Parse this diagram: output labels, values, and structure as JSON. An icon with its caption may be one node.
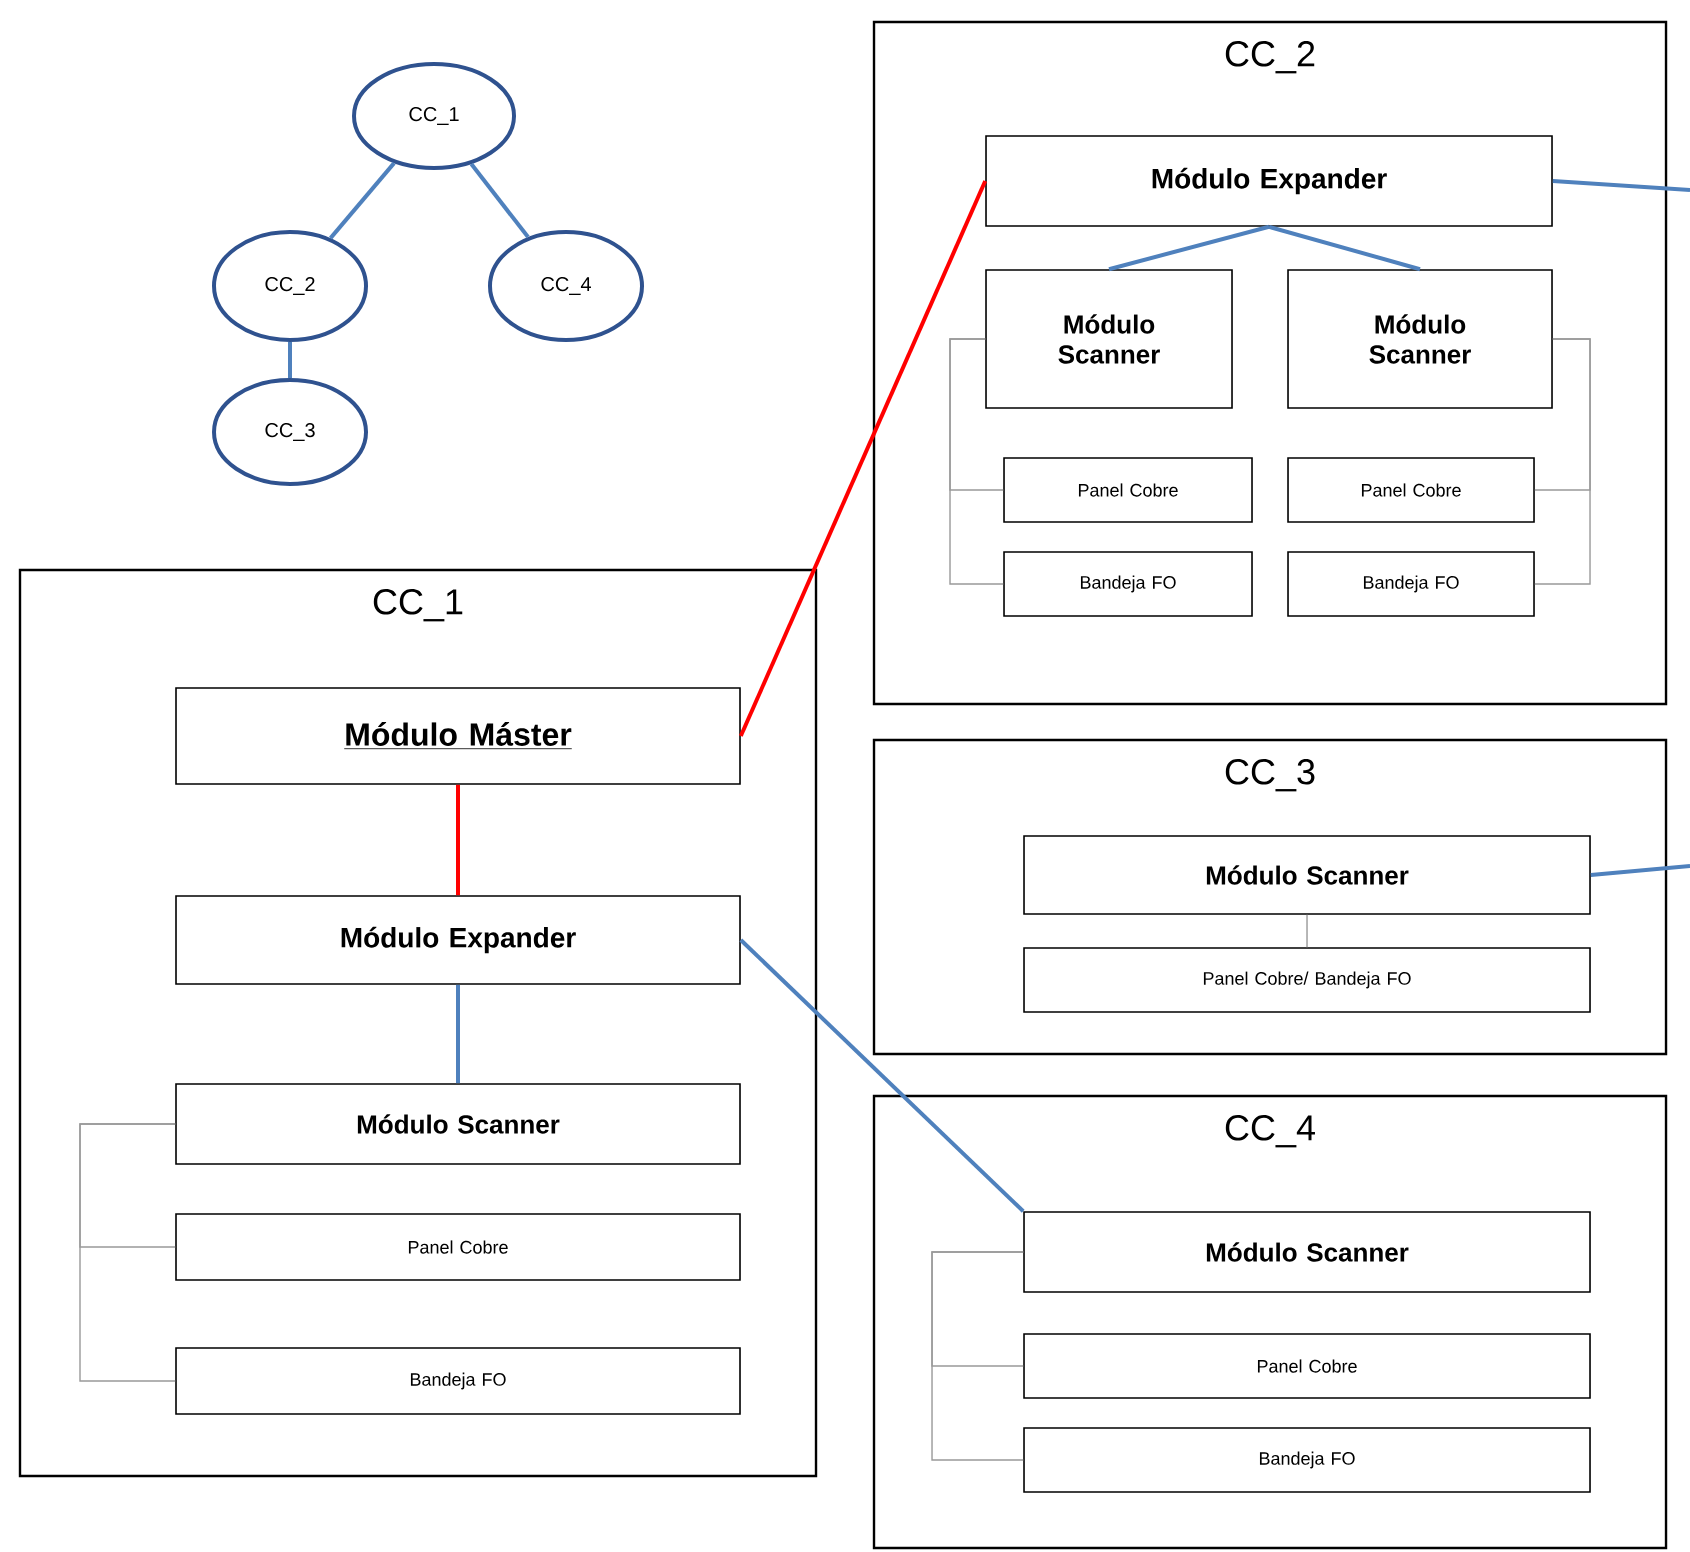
{
  "diagram": {
    "nodes": [
      {
        "text": [
          "CC_1"
        ]
      },
      {
        "text": [
          "CC_2"
        ]
      },
      {
        "text": [
          "CC_4"
        ]
      },
      {
        "text": [
          "CC_3"
        ]
      },
      {
        "text": [
          "CC_1"
        ]
      },
      {
        "text": [
          "Módulo Máster"
        ],
        "in": 4
      },
      {
        "text": [
          "Módulo Expander"
        ],
        "in": 4
      },
      {
        "text": [
          "Módulo Scanner"
        ],
        "in": 4
      },
      {
        "text": [
          "Panel Cobre"
        ],
        "in": 4
      },
      {
        "text": [
          "Bandeja FO"
        ],
        "in": 4
      },
      {
        "text": [
          "CC_2"
        ]
      },
      {
        "text": [
          "Módulo Expander"
        ],
        "in": 10
      },
      {
        "text": [
          "Módulo Scanner"
        ],
        "in": 10
      },
      {
        "text": [
          "Módulo Scanner"
        ],
        "in": 10
      },
      {
        "text": [
          "Panel Cobre"
        ],
        "in": 10
      },
      {
        "text": [
          "Panel Cobre"
        ],
        "in": 10
      },
      {
        "text": [
          "Bandeja FO"
        ],
        "in": 10
      },
      {
        "text": [
          "Bandeja FO"
        ],
        "in": 10
      },
      {
        "text": [
          "CC_3"
        ]
      },
      {
        "text": [
          "Módulo Scanner"
        ],
        "in": 18
      },
      {
        "text": [
          "Panel Cobre/ Bandeja FO"
        ],
        "in": 18
      },
      {
        "text": [
          "CC_4"
        ]
      },
      {
        "text": [
          "Módulo Scanner"
        ],
        "in": 21
      },
      {
        "text": [
          "Panel Cobre"
        ],
        "in": 21
      },
      {
        "text": [
          "Bandeja FO"
        ],
        "in": 21
      }
    ],
    "edges": [
      {
        "from": 0,
        "to": 1,
        "arrow": "none"
      },
      {
        "from": 0,
        "to": 2,
        "arrow": "none"
      },
      {
        "from": 1,
        "to": 3,
        "arrow": "none"
      },
      {
        "from": 5,
        "to": 6,
        "arrow": "none",
        "color": "#ff0000"
      },
      {
        "from": 5,
        "to": 11,
        "arrow": "none",
        "color": "#ff0000"
      },
      {
        "from": 6,
        "to": 7,
        "arrow": "none"
      },
      {
        "from": 6,
        "to": 22,
        "arrow": "none"
      },
      {
        "from": 7,
        "to": 8,
        "arrow": "none",
        "color": "#999999"
      },
      {
        "from": 7,
        "to": 9,
        "arrow": "none",
        "color": "#999999"
      },
      {
        "from": 11,
        "to": null,
        "arrow": "none"
      },
      {
        "from": 11,
        "to": 12,
        "arrow": "none"
      },
      {
        "from": 11,
        "to": 13,
        "arrow": "none"
      },
      {
        "from": 12,
        "to": 14,
        "arrow": "none",
        "color": "#999999"
      },
      {
        "from": 12,
        "to": 16,
        "arrow": "none",
        "color": "#999999"
      },
      {
        "from": 13,
        "to": 15,
        "arrow": "none",
        "color": "#999999"
      },
      {
        "from": 13,
        "to": 17,
        "arrow": "none",
        "color": "#999999"
      },
      {
        "from": 19,
        "to": null,
        "arrow": "none"
      },
      {
        "from": 19,
        "to": 20,
        "arrow": "none",
        "color": "#999999"
      },
      {
        "from": 22,
        "to": 23,
        "arrow": "none",
        "color": "#999999"
      },
      {
        "from": 22,
        "to": 24,
        "arrow": "none",
        "color": "#999999"
      }
    ]
  }
}
